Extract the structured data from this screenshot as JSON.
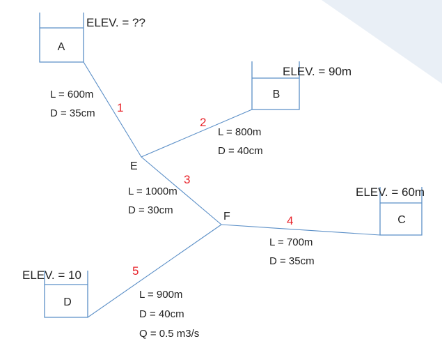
{
  "colors": {
    "line": "#5b8fc7",
    "text": "#222222",
    "pipe_number": "#e8232a",
    "corner_shade": "#e9eff6"
  },
  "reservoirs": [
    {
      "id": "A",
      "label": "A",
      "elevation": "ELEV. = ??"
    },
    {
      "id": "B",
      "label": "B",
      "elevation": "ELEV. = 90m"
    },
    {
      "id": "C",
      "label": "C",
      "elevation": "ELEV. = 60m"
    },
    {
      "id": "D",
      "label": "D",
      "elevation": "ELEV. = 10"
    }
  ],
  "junctions": [
    {
      "id": "E",
      "label": "E"
    },
    {
      "id": "F",
      "label": "F"
    }
  ],
  "pipes": [
    {
      "number": "1",
      "from": "A",
      "to": "E",
      "length": "L = 600m",
      "diameter": "D = 35cm"
    },
    {
      "number": "2",
      "from": "E",
      "to": "B",
      "length": "L = 800m",
      "diameter": "D = 40cm"
    },
    {
      "number": "3",
      "from": "E",
      "to": "F",
      "length": "L = 1000m",
      "diameter": "D = 30cm"
    },
    {
      "number": "4",
      "from": "F",
      "to": "C",
      "length": "L = 700m",
      "diameter": "D = 35cm"
    },
    {
      "number": "5",
      "from": "F",
      "to": "D",
      "length": "L = 900m",
      "diameter": "D = 40cm",
      "flow": "Q = 0.5 m3/s"
    }
  ]
}
